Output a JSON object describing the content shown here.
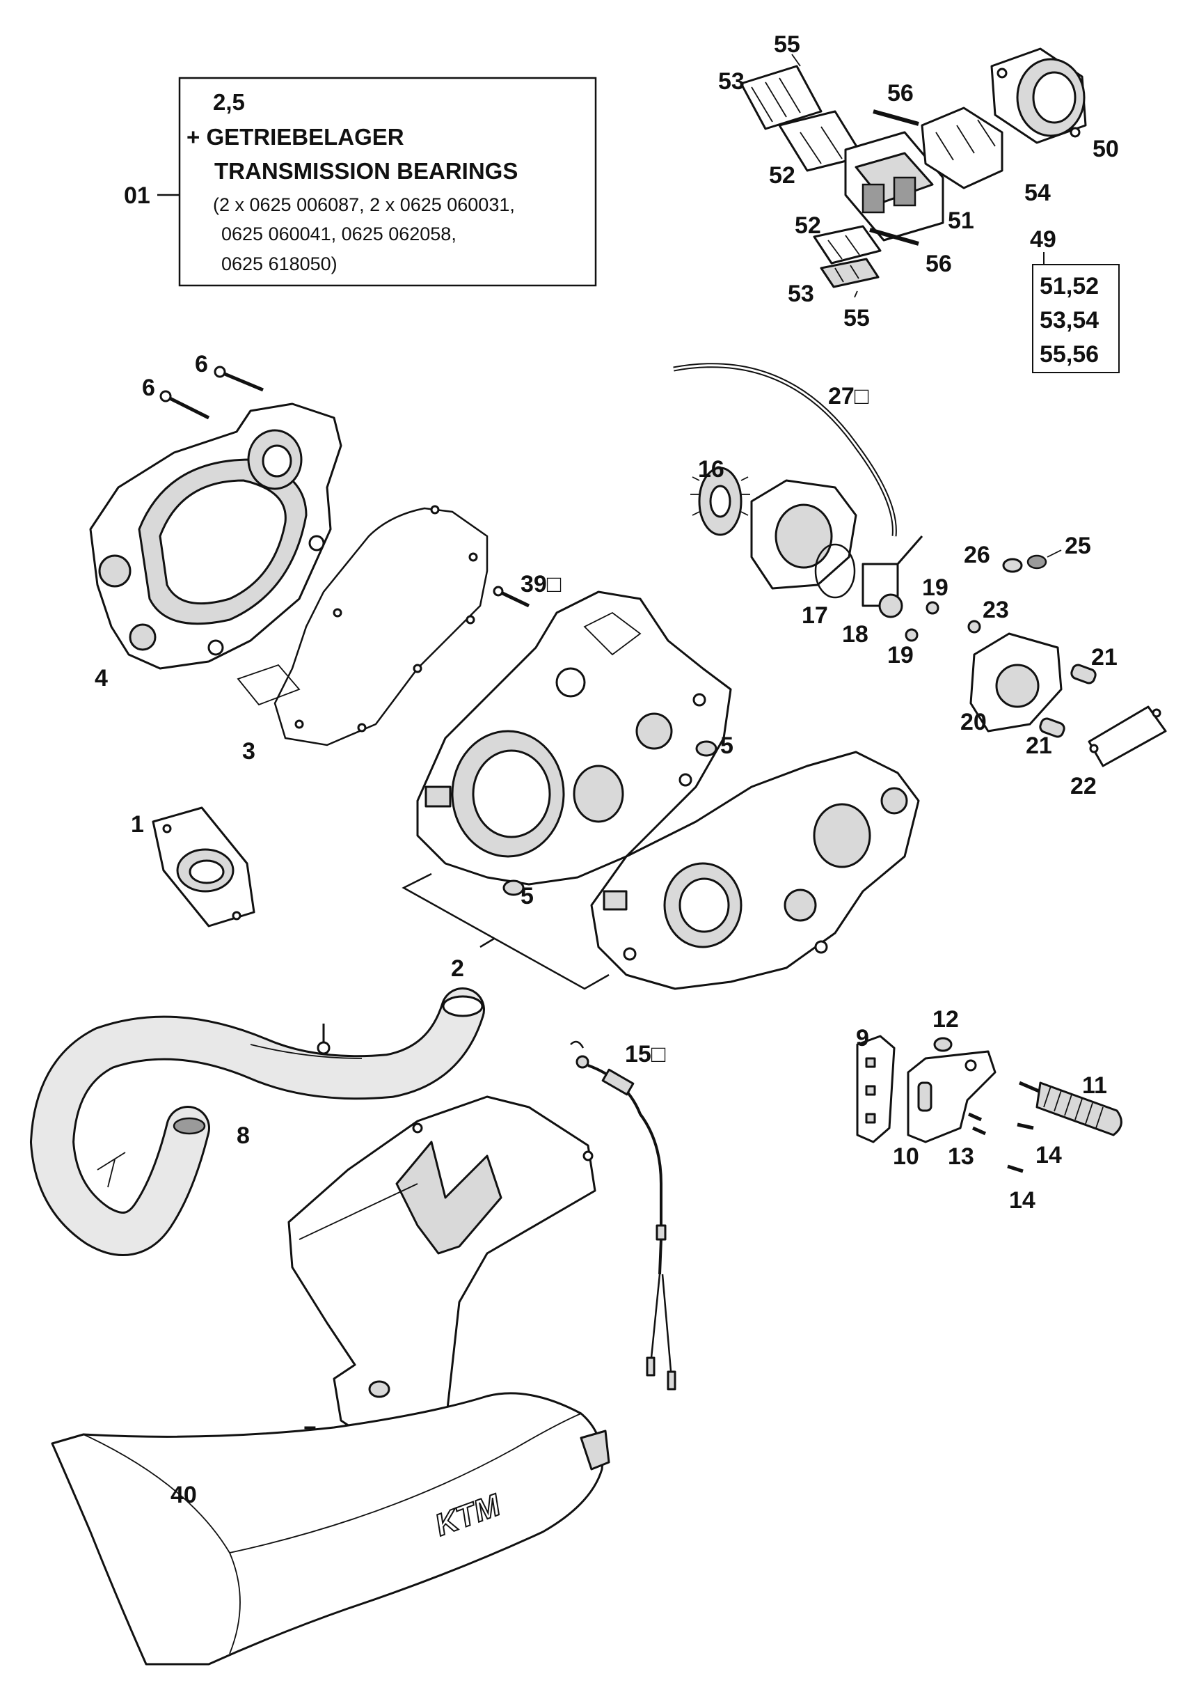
{
  "info_box": {
    "ref": "01",
    "line1": "2,5",
    "line2": "+ GETRIEBELAGER",
    "line3": "TRANSMISSION BEARINGS",
    "line4": "(2 x 0625 006087, 2 x 0625 060031,",
    "line5": "0625 060041, 0625 062058,",
    "line6": "0625 618050)"
  },
  "kit_box": {
    "ref": "49",
    "row1": "51,52",
    "row2": "53,54",
    "row3": "55,56"
  },
  "callouts": {
    "c1": "1",
    "c2": "2",
    "c3": "3",
    "c4": "4",
    "c5a": "5",
    "c5b": "5",
    "c6a": "6",
    "c6b": "6",
    "c7": "7",
    "c8": "8",
    "c9": "9",
    "c10": "10",
    "c11": "11",
    "c12": "12",
    "c13": "13",
    "c14a": "14",
    "c14b": "14",
    "c15": "15□",
    "c16": "16",
    "c17": "17",
    "c18": "18",
    "c19a": "19",
    "c19b": "19",
    "c20": "20",
    "c21a": "21",
    "c21b": "21",
    "c22": "22",
    "c23": "23",
    "c25": "25",
    "c26": "26",
    "c27": "27□",
    "c39": "39□",
    "c40": "40",
    "c50": "50",
    "c51": "51",
    "c52a": "52",
    "c52b": "52",
    "c53a": "53",
    "c53b": "53",
    "c54": "54",
    "c55a": "55",
    "c55b": "55",
    "c56a": "56",
    "c56b": "56"
  },
  "seat_logo": "KTM"
}
